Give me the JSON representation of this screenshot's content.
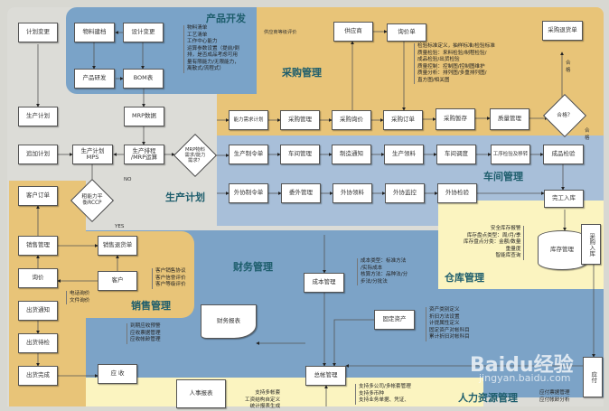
{
  "sections": {
    "product_dev": "产品开发",
    "purchasing": "采购管理",
    "production_plan": "生产计划",
    "workshop": "车间管理",
    "warehouse": "仓库管理",
    "finance": "财务管理",
    "sales": "销售管理",
    "hr": "人力资源管理"
  },
  "boxes": {
    "plan_change": "计划变更",
    "material_record": "物料建档",
    "design_change": "设计变更",
    "product_rd": "产品研发",
    "bom": "BOM表",
    "mrp_data": "MRP数据",
    "production_plan": "生产计划",
    "add_plan": "追加计划",
    "mps": "生产计划\nMPS",
    "scheduling": "生产排程\n/MRP运算",
    "supplier": "供应商",
    "inquiry_sheet": "询价单",
    "purchase_return": "采购退货单",
    "capacity_plan": "能力需求计划",
    "purchase_mgmt": "采购管理",
    "purchase_inquiry": "采购询价",
    "purchase_order": "采购订单",
    "purchase_temp": "采购暂存",
    "quality_mgmt": "质量管理",
    "production_order": "生产制令单",
    "workshop_mgmt": "车间管理",
    "mfg_notice": "制造通知",
    "production_pick": "生产领料",
    "workshop_dispatch": "车间调度",
    "process_inspect": "工序检验及移转",
    "product_inspect": "成品检验",
    "outsource_order": "外协制令单",
    "outsource_mgmt": "委外管理",
    "outsource_pick": "外协领料",
    "outsource_monitor": "外协监控",
    "outsource_inspect": "外协检验",
    "finished_storage": "完工入库",
    "inventory_mgmt": "库存管理",
    "purchase_storage": "采购入库",
    "payable": "应付",
    "customer_order": "客户订单",
    "sales_mgmt": "销售管理",
    "sales_return": "销售退货单",
    "inquiry": "询价",
    "customer": "客户",
    "ship_notice": "出货通知",
    "ship_pending": "出货待检",
    "ship_done": "出货完成",
    "receivable": "应 收",
    "financial_report": "财务报表",
    "cost_mgmt": "成本管理",
    "fixed_assets": "固定资产",
    "ledger": "总帐管理",
    "hr_report": "人事报表"
  },
  "diamonds": {
    "mrp_check": "MRP物料\n需求/能力\n需求？",
    "rccp": "粗能力平\n衡RCCP",
    "qualified": "合格？"
  },
  "labels": {
    "no": "NO",
    "yes": "YES",
    "pass1": "合\n格",
    "pass2": "合\n格",
    "supplier_rating": "供应商等级评价"
  },
  "notes": {
    "product_dev": "物料清单\n工艺清单\n工作中心能力\n运算参数设置（提前/倒\n排，是否成品考虑可用\n量有限能力/无限能力，\n离散式/流程式）",
    "quality": "检验标准定义，抽样标准/检验标准\n质量检验：来料检验/制程检验/\n成品检验/出货检验\n质量控制：控制图/控制图维护\n质量分析：排列图/多重排列图/\n直方图/相关图",
    "warehouse": "安全库存报警\n库存盘点类型：周/月/季\n库存盘点分类：金额/数量\n重量度\n智能库查询",
    "customer": "客户销售协议\n客户信誉评价\n客户等级评价",
    "inquiry": "电话询价\n文件询价",
    "receivable": "到期应收预警\n应收票据管理\n应收帐龄管理",
    "cost": "成本类型：标准方法\n/实际成本\n核算方法：品种法/分\n步法/分批法",
    "assets": "资产类别定义\n折旧方法设置\n计提属性定义\n固定资产对帐科目\n累计折旧对帐科目",
    "ledger": "支持多公司/多帐套管理\n支持多币种\n支持业务单据、凭证、",
    "hr": "支持多帐套\n工资结构自定义\n统计报表生成",
    "payable": "应付票据管理\n应付帐龄分析"
  },
  "watermark": {
    "brand": "Bai",
    "brand2": "du",
    "suffix": "经验",
    "url": "jingyan.baidu.com"
  }
}
